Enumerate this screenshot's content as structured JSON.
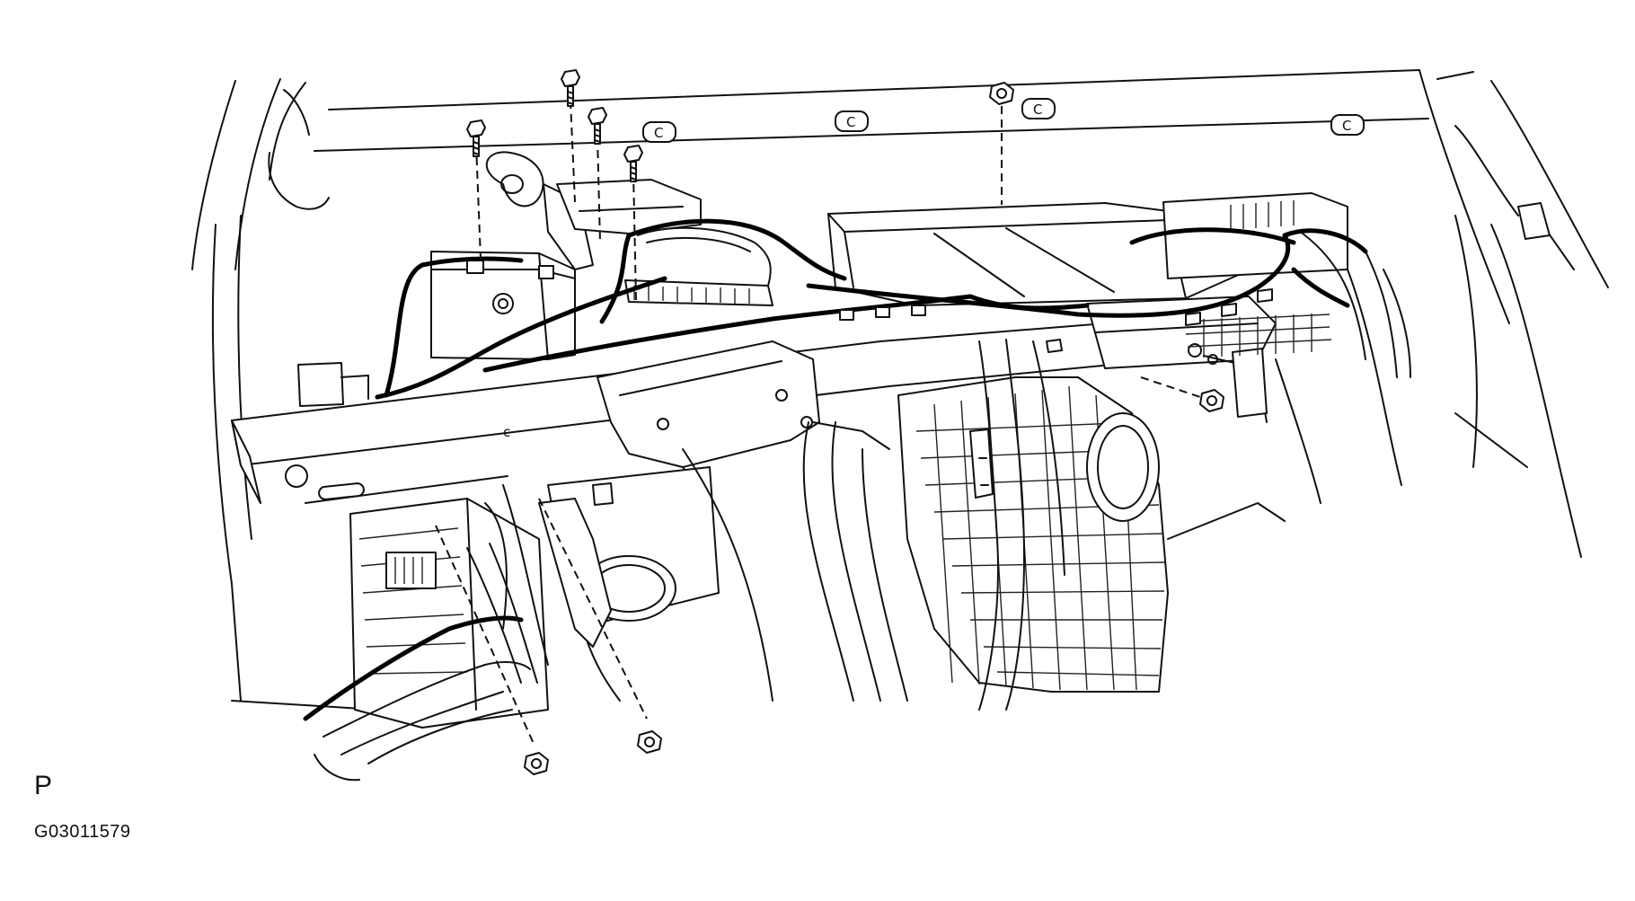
{
  "labels": {
    "view_letter": "P",
    "figure_code": "G03011579"
  },
  "clip_mark": "C",
  "icons": {
    "bolt": "bolt-icon",
    "nut": "nut-icon",
    "clip": "clip-icon"
  }
}
